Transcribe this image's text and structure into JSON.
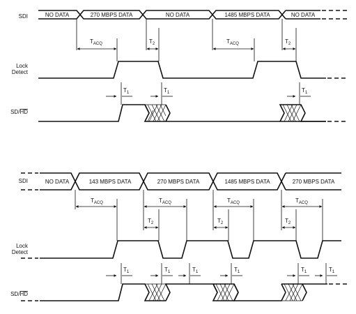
{
  "diagram": {
    "top": {
      "signals": {
        "sdi": "SDI",
        "lock_line1": "Lock",
        "lock_line2": "Detect",
        "sdhd_pre": "SD/",
        "sdhd_bar": "HD"
      },
      "segments": [
        "NO DATA",
        "270 MBPS DATA",
        "NO DATA",
        "1485 MBPS DATA",
        "NO DATA"
      ],
      "timing": {
        "t_acq_main": "T",
        "t_acq_sub": "ACQ",
        "t2_main": "T",
        "t2_sub": "2",
        "t1_main": "T",
        "t1_sub": "1"
      }
    },
    "bottom": {
      "signals": {
        "sdi": "SDI",
        "lock_line1": "Lock",
        "lock_line2": "Detect",
        "sdhd_pre": "SD/",
        "sdhd_bar": "HD"
      },
      "segments": [
        "NO DATA",
        "143 MBPS DATA",
        "270 MBPS DATA",
        "1485 MBPS DATA",
        "270 MBPS DATA"
      ],
      "timing": {
        "t_acq_main": "T",
        "t_acq_sub": "ACQ",
        "t2_main": "T",
        "t2_sub": "2",
        "t1_main": "T",
        "t1_sub": "1"
      }
    }
  }
}
